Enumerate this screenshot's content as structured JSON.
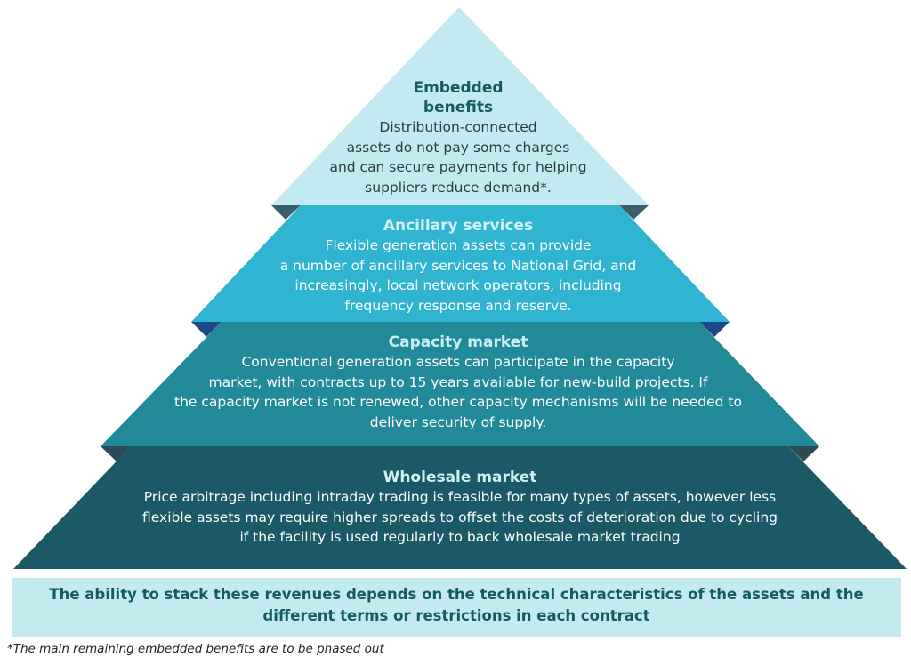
{
  "tiers": [
    {
      "title": "Embedded benefits",
      "lines": [
        "Distribution-connected",
        "assets do not pay some charges",
        "and can secure payments for helping",
        "suppliers reduce demand*."
      ],
      "fill": "#c3eaf0",
      "ledge": "#39606a"
    },
    {
      "title": "Ancillary services",
      "lines": [
        "Flexible generation assets can provide",
        "a number of ancillary services to National Grid, and",
        "increasingly, local network operators, including",
        "frequency response and reserve."
      ],
      "fill": "#2fb5d1",
      "ledge": "#1d4a87"
    },
    {
      "title": "Capacity market",
      "lines": [
        "Conventional generation assets can participate in the capacity",
        "market, with contracts up to 15 years available for new-build projects. If",
        "the capacity market is not renewed, other capacity mechanisms will be needed to",
        "deliver security of supply."
      ],
      "fill": "#228999",
      "ledge": "#2b4b55"
    },
    {
      "title": "Wholesale market",
      "lines": [
        "Price arbitrage including intraday trading is feasible for many types of assets, however less",
        "flexible assets may require higher spreads to offset the costs of deterioration due to cycling",
        "if the facility is used regularly to back wholesale market trading"
      ],
      "fill": "#1a5965",
      "ledge": ""
    }
  ],
  "summary": {
    "line1": "The ability to stack these revenues depends on the technical characteristics of the assets and the",
    "line2": "different terms or restrictions in each contract",
    "background": "#c3ebef"
  },
  "footnote": "*The main remaining embedded benefits are to be phased out"
}
